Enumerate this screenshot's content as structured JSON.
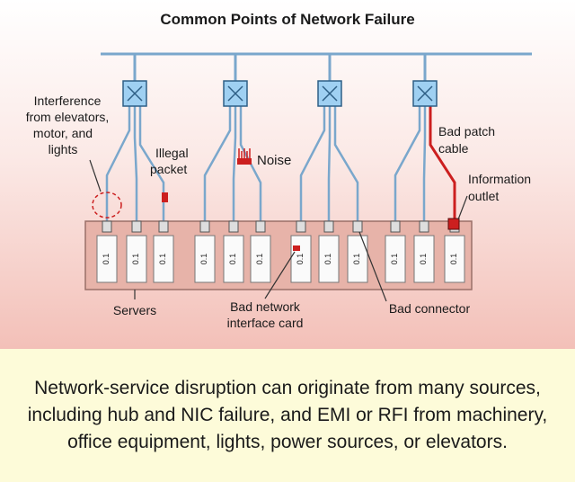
{
  "title": "Common Points of Network Failure",
  "labels": {
    "interference": [
      "Interference",
      "from elevators,",
      "motor, and",
      "lights"
    ],
    "illegal_packet": [
      "Illegal",
      "packet"
    ],
    "noise": "Noise",
    "bad_patch_cable": [
      "Bad patch",
      "cable"
    ],
    "information_outlet": [
      "Information",
      "outlet"
    ],
    "servers": "Servers",
    "bad_nic": [
      "Bad network",
      "interface card"
    ],
    "bad_connector": "Bad connector"
  },
  "server_label": "0.1",
  "caption": "Network-service disruption can originate from many sources, including hub and NIC failure, and EMI or RFI from machinery, office equipment, lights, power sources, or elevators.",
  "colors": {
    "wire": "#7aa7cc",
    "fault": "#cc1f1f",
    "hub": "#9fd0f2",
    "caption_bg": "#fdfbd9"
  }
}
